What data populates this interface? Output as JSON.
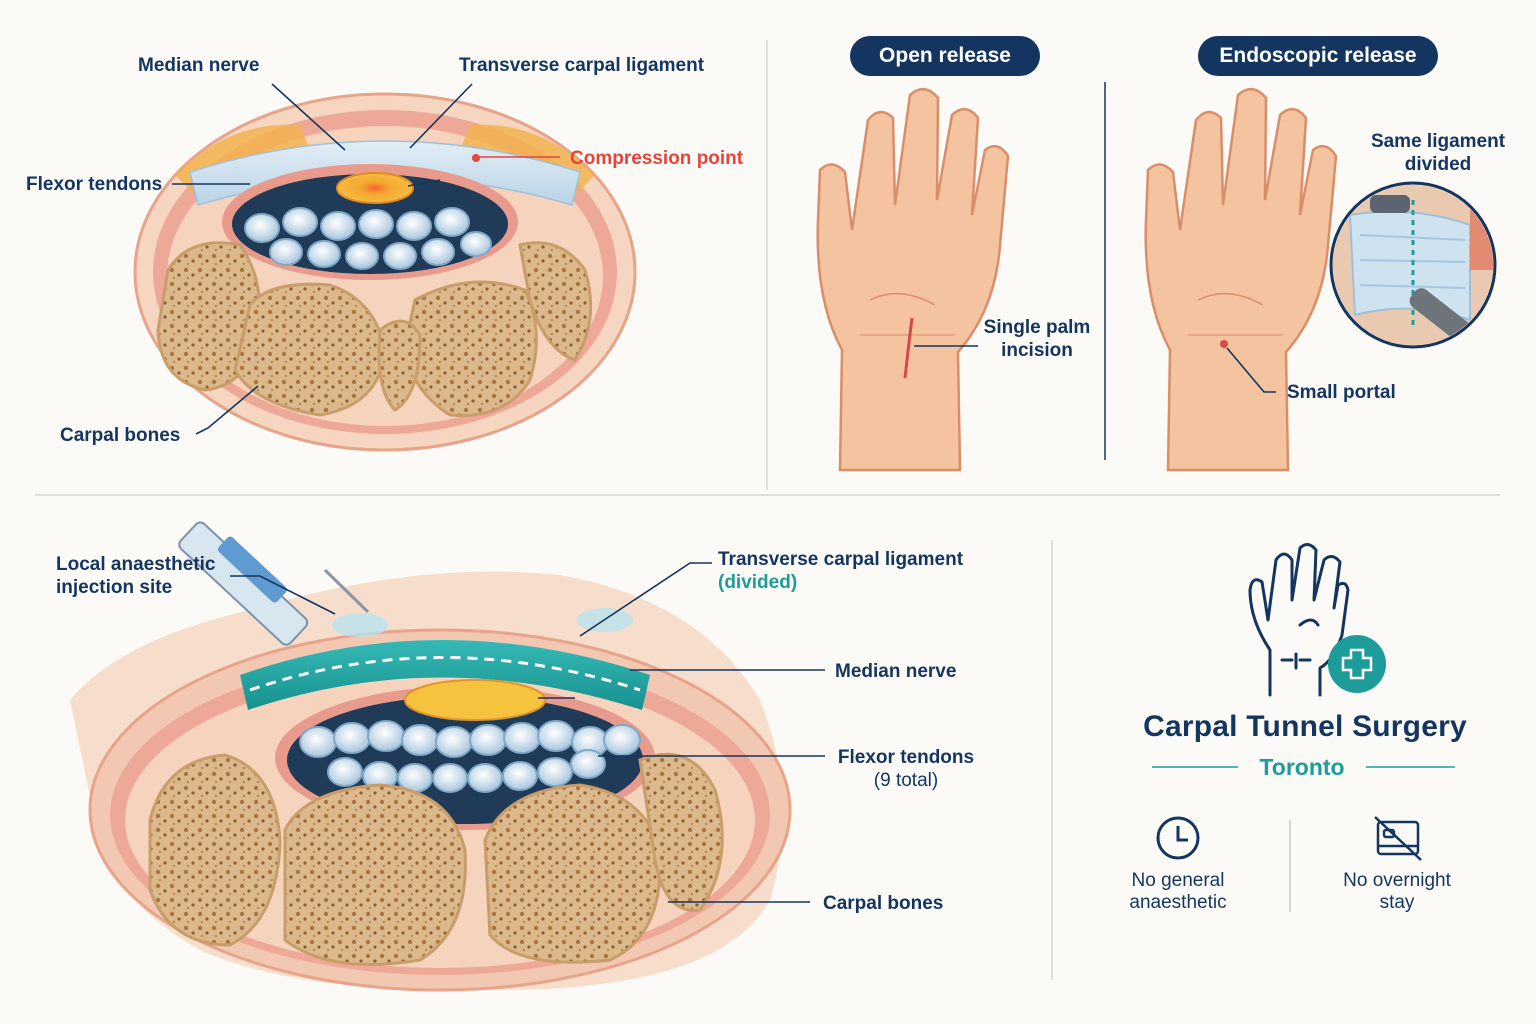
{
  "top_section": {
    "labels": {
      "median_nerve": "Median nerve",
      "transverse_carpal_ligament": "Transverse carpal ligament",
      "flexor_tendons": "Flexor tendons",
      "compression_point": "Compression point",
      "carpal_bones": "Carpal bones"
    }
  },
  "procedures": {
    "open": {
      "title": "Open release",
      "callout_line1": "Single palm",
      "callout_line2": "incision"
    },
    "endoscopic": {
      "title": "Endoscopic release",
      "inset_line1": "Same ligament",
      "inset_line2": "divided",
      "callout": "Small portal"
    }
  },
  "bottom_section": {
    "labels": {
      "injection_line1": "Local anaesthetic",
      "injection_line2": "injection site",
      "ligament": "Transverse carpal ligament",
      "ligament_state": "(divided)",
      "median_nerve": "Median nerve",
      "flexor_tendons": "Flexor tendons",
      "flexor_count": "(9 total)",
      "carpal_bones": "Carpal bones"
    }
  },
  "brand": {
    "title": "Carpal Tunnel Surgery",
    "city": "Toronto",
    "features": [
      {
        "icon": "clock-icon",
        "line1": "No general",
        "line2": "anaesthetic"
      },
      {
        "icon": "bed-crossed-icon",
        "line1": "No overnight",
        "line2": "stay"
      }
    ]
  },
  "colors": {
    "navy": "#13355f",
    "teal": "#1e9c9a",
    "red": "#e3463c",
    "skin": "#f2c7a3",
    "bone": "#e9d3ad",
    "nerve": "#f5bd3a"
  }
}
